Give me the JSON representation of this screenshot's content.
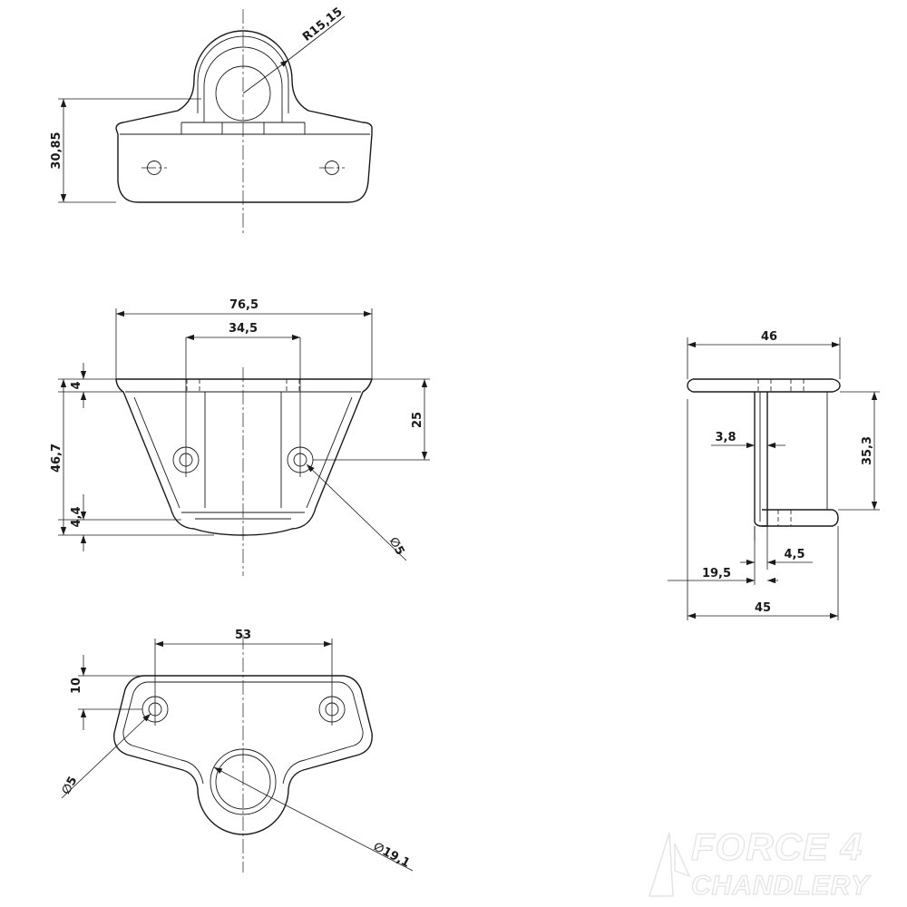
{
  "views": {
    "top": {
      "height_dim": "30,85",
      "radius_dim": "R15,15"
    },
    "front": {
      "width_dim": "76,5",
      "inner_width_dim": "34,5",
      "top_thickness_dim": "4",
      "total_height_dim": "46,7",
      "bottom_thickness_dim": "4,4",
      "hole_height_dim": "25",
      "hole_dia_dim": "∅5"
    },
    "plan": {
      "hole_spacing_dim": "53",
      "edge_offset_dim": "10",
      "hole_dia_dim": "∅5",
      "ring_dia_dim": "∅19,1"
    },
    "side": {
      "width_dim": "46",
      "plate_thickness_dim": "3,8",
      "height_dim": "35,3",
      "foot_dim": "4,5",
      "offset_dim": "19,5",
      "depth_dim": "45"
    }
  },
  "watermark": {
    "line1": "FORCE 4",
    "line2": "CHANDLERY"
  },
  "colors": {
    "line": "#1a1a1a",
    "background": "#ffffff",
    "watermark": "#e3e3e3"
  }
}
